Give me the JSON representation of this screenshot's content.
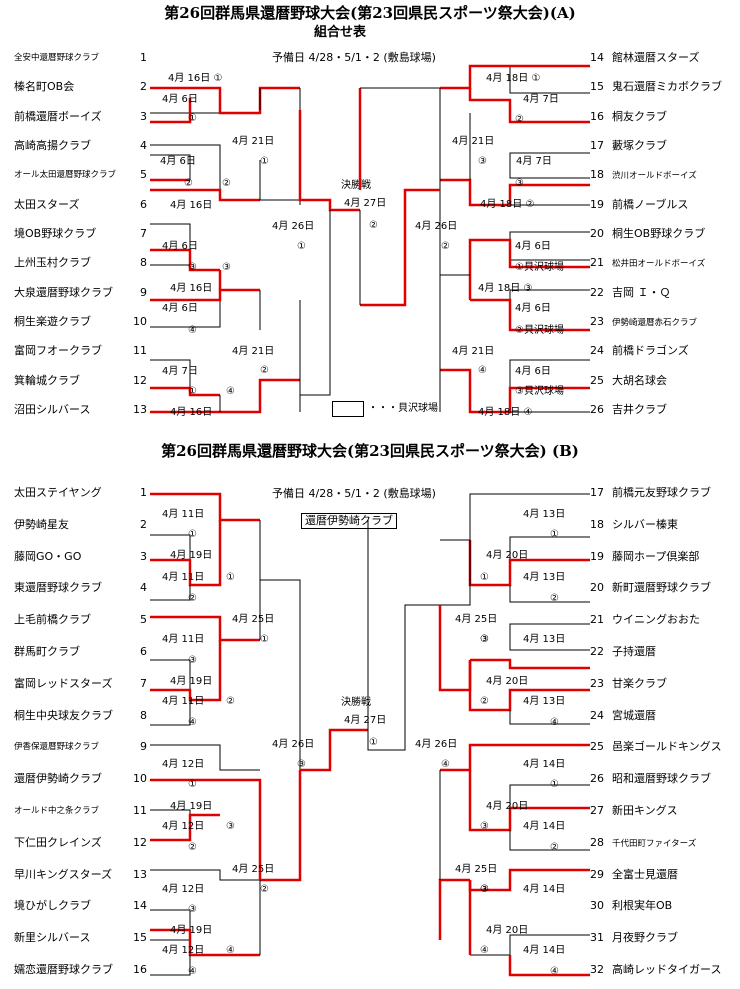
{
  "a": {
    "title": "第26回群馬県還暦野球大会(第23回県民スポーツ祭大会)(A)",
    "subtitle": "組合せ表",
    "reserve": "予備日 4/28・5/1・2 (敷島球場)",
    "final_label": "決勝戦",
    "final_date": "4月 27日",
    "final_venue": "②",
    "legend": "・・・貝沢球場",
    "left": [
      {
        "num": "1",
        "name": "全安中還暦野球クラブ",
        "small": true
      },
      {
        "num": "2",
        "name": "榛名町OB会"
      },
      {
        "num": "3",
        "name": "前橋還暦ボーイズ"
      },
      {
        "num": "4",
        "name": "高崎高揚クラブ"
      },
      {
        "num": "5",
        "name": "オール太田還暦野球クラブ",
        "small": true
      },
      {
        "num": "6",
        "name": "太田スターズ"
      },
      {
        "num": "7",
        "name": "境OB野球クラブ"
      },
      {
        "num": "8",
        "name": "上州玉村クラブ"
      },
      {
        "num": "9",
        "name": "大泉還暦野球クラブ"
      },
      {
        "num": "10",
        "name": "桐生楽遊クラブ"
      },
      {
        "num": "11",
        "name": "富岡フオークラブ"
      },
      {
        "num": "12",
        "name": "箕輪城クラブ"
      },
      {
        "num": "13",
        "name": "沼田シルバース"
      }
    ],
    "right": [
      {
        "num": "14",
        "name": "館林還暦スターズ"
      },
      {
        "num": "15",
        "name": "鬼石還暦ミカボクラブ"
      },
      {
        "num": "16",
        "name": "桐友クラブ"
      },
      {
        "num": "17",
        "name": "藪塚クラブ"
      },
      {
        "num": "18",
        "name": "渋川オールドボーイズ",
        "small": true
      },
      {
        "num": "19",
        "name": "前橋ノーブルス"
      },
      {
        "num": "20",
        "name": "桐生OB野球クラブ"
      },
      {
        "num": "21",
        "name": "松井田オールドボーイズ",
        "small": true
      },
      {
        "num": "22",
        "name": "吉岡 Ｉ・Ｑ"
      },
      {
        "num": "23",
        "name": "伊勢崎還暦赤石クラブ",
        "small": true
      },
      {
        "num": "24",
        "name": "前橋ドラゴンズ"
      },
      {
        "num": "25",
        "name": "大胡名球会"
      },
      {
        "num": "26",
        "name": "吉井クラブ"
      }
    ],
    "labels_left": [
      "4月 16日 ①",
      "4月 6日",
      "①",
      "4月 6日",
      "②",
      "②",
      "4月 16日",
      "4月 6日",
      "③",
      "③",
      "4月 16日",
      "4月 6日",
      "④",
      "4月 7日",
      "①",
      "④",
      "4月 16日",
      "4月 21日",
      "①",
      "4月 21日",
      "②",
      "4月 26日",
      "①"
    ],
    "labels_right": [
      "4月 18日 ①",
      "4月 7日",
      "②",
      "4月 7日",
      "③",
      "4月 18日 ②",
      "4月 6日",
      "①貝沢球場",
      "4月 18日 ③",
      "4月 6日",
      "②貝沢球場",
      "4月 6日",
      "③貝沢球場",
      "4月 18日 ④",
      "4月 21日",
      "③",
      "4月 21日",
      "④",
      "4月 26日",
      "②"
    ]
  },
  "b": {
    "title": "第26回群馬県還暦野球大会(第23回県民スポーツ祭大会) (B)",
    "reserve": "予備日 4/28・5/1・2 (敷島球場)",
    "champion": "還暦伊勢崎クラブ",
    "final_label": "決勝戦",
    "final_date": "4月 27日",
    "final_venue": "①",
    "left": [
      {
        "num": "1",
        "name": "太田ステイヤング"
      },
      {
        "num": "2",
        "name": "伊勢崎星友"
      },
      {
        "num": "3",
        "name": "藤岡GO・GO"
      },
      {
        "num": "4",
        "name": "東還暦野球クラブ"
      },
      {
        "num": "5",
        "name": "上毛前橋クラブ"
      },
      {
        "num": "6",
        "name": "群馬町クラブ"
      },
      {
        "num": "7",
        "name": "富岡レッドスターズ"
      },
      {
        "num": "8",
        "name": "桐生中央球友クラブ"
      },
      {
        "num": "9",
        "name": "伊香保還暦野球クラブ",
        "small": true
      },
      {
        "num": "10",
        "name": "還暦伊勢崎クラブ"
      },
      {
        "num": "11",
        "name": "オールド中之条クラブ",
        "small": true
      },
      {
        "num": "12",
        "name": "下仁田クレインズ"
      },
      {
        "num": "13",
        "name": "早川キングスターズ"
      },
      {
        "num": "14",
        "name": "境ひがしクラブ"
      },
      {
        "num": "15",
        "name": "新里シルバース"
      },
      {
        "num": "16",
        "name": "嬬恋還暦野球クラブ"
      }
    ],
    "right": [
      {
        "num": "17",
        "name": "前橋元友野球クラブ"
      },
      {
        "num": "18",
        "name": "シルバー榛東"
      },
      {
        "num": "19",
        "name": "藤岡ホープ倶楽部"
      },
      {
        "num": "20",
        "name": "新町還暦野球クラブ"
      },
      {
        "num": "21",
        "name": "ウイニングおおた"
      },
      {
        "num": "22",
        "name": "子持還暦"
      },
      {
        "num": "23",
        "name": "甘楽クラブ"
      },
      {
        "num": "24",
        "name": "宮城還暦"
      },
      {
        "num": "25",
        "name": "邑楽ゴールドキングス"
      },
      {
        "num": "26",
        "name": "昭和還暦野球クラブ"
      },
      {
        "num": "27",
        "name": "新田キングス"
      },
      {
        "num": "28",
        "name": "千代田町ファイターズ",
        "small": true
      },
      {
        "num": "29",
        "name": "全富士見還暦"
      },
      {
        "num": "30",
        "name": "利根実年OB"
      },
      {
        "num": "31",
        "name": "月夜野クラブ"
      },
      {
        "num": "32",
        "name": "高崎レッドタイガース"
      }
    ],
    "labels_left": [
      "4月 11日",
      "①",
      "4月 19日",
      "4月 11日",
      "①",
      "②",
      "4月 11日",
      "③",
      "4月 19日",
      "4月 11日",
      "②",
      "④",
      "4月 12日",
      "①",
      "4月 19日",
      "4月 12日",
      "③",
      "②",
      "4月 12日",
      "③",
      "4月 19日",
      "4月 12日",
      "④",
      "④",
      "4月 25日",
      "①",
      "4月 25日",
      "②",
      "4月 26日",
      "③"
    ],
    "labels_right": [
      "4月 13日",
      "①",
      "4月 20日",
      "4月 13日",
      "①",
      "②",
      "4月 13日",
      "③",
      "4月 20日",
      "4月 13日",
      "②",
      "④",
      "4月 14日",
      "①",
      "4月 20日",
      "4月 14日",
      "③",
      "②",
      "4月 14日",
      "③",
      "4月 20日",
      "4月 14日",
      "④",
      "④",
      "4月 25日",
      "③",
      "4月 25日",
      "③",
      "4月 26日",
      "④"
    ]
  }
}
